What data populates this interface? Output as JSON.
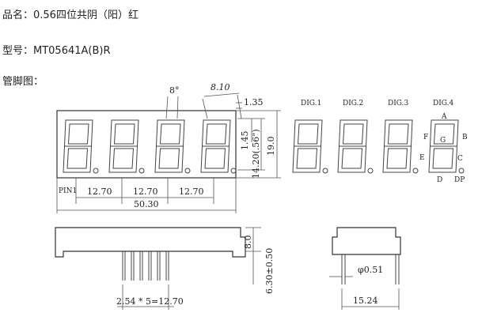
{
  "lines": {
    "product_name": "品名：0.56四位共阴（阳）红",
    "model": "型号：MT05641A(B)R",
    "pinout": "管脚图："
  },
  "drawing": {
    "angle": "8°",
    "digit_pitch": "8.10",
    "dp_offset": "1.35",
    "seg_width": "1.45",
    "digit_height": "14.20(.56\")",
    "height": "19.0",
    "pin1": "PIN1",
    "pitch_1": "12.70",
    "pitch_2": "12.70",
    "pitch_3": "12.70",
    "width": "50.30",
    "body_thick": "8.0",
    "pin_len": "6.30±0.50",
    "pin_pitch": "2.54 * 5=12.70",
    "pin_dia": "φ0.51",
    "row_spacing": "15.24",
    "dig_labels": [
      "DIG.1",
      "DIG.2",
      "DIG.3",
      "DIG.4"
    ],
    "seg_labels": {
      "a": "A",
      "b": "B",
      "c": "C",
      "d": "D",
      "e": "E",
      "f": "F",
      "g": "G",
      "dp": "DP"
    }
  }
}
